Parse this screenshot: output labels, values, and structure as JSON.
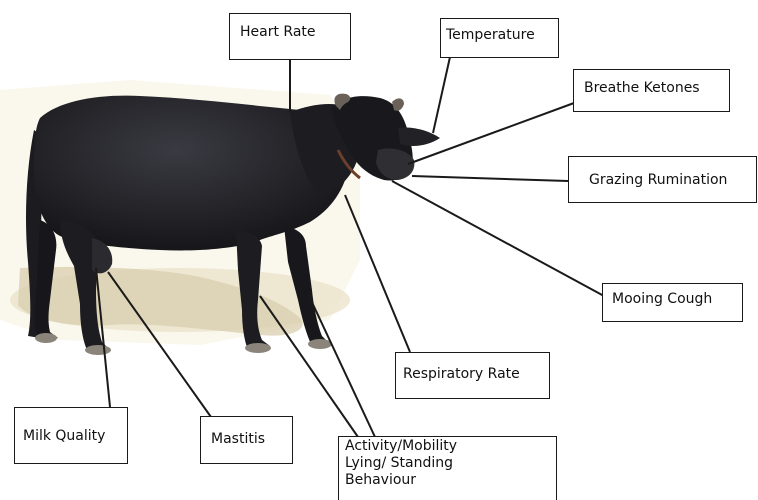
{
  "labels": {
    "heart_rate": "Heart Rate",
    "temperature": "Temperature",
    "breathe_ketones": "Breathe Ketones",
    "grazing_rumination": "Grazing Rumination",
    "mooing_cough": "Mooing Cough",
    "respiratory_rate": "Respiratory Rate",
    "milk_quality": "Milk Quality",
    "mastitis": "Mastitis",
    "activity_lines": [
      "Activity/Mobility",
      "Lying/ Standing",
      "Behaviour"
    ]
  },
  "colors": {
    "animal_body": "#1f1f24",
    "leader_line": "#1a1a1a",
    "ground_shadow": "#e6dcc0"
  }
}
